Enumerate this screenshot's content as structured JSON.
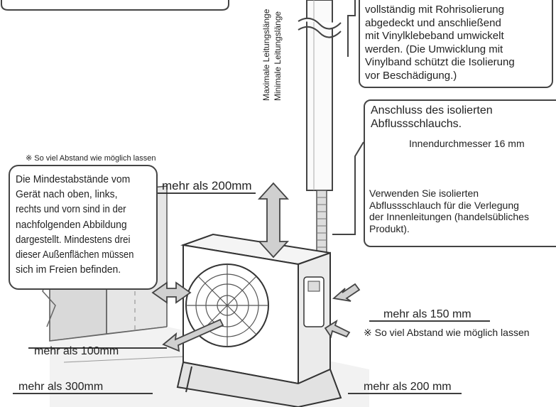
{
  "labels": {
    "min_length": "Minimale Leitungslänge",
    "max_length": "Maximale Leitungslänge",
    "keep_space_top": "※ So viel Abstand wie möglich lassen",
    "keep_space_right": "※ So viel Abstand wie möglich lassen",
    "mehr_200mm": "mehr als 200mm",
    "mehr_150mm": "mehr als 150 mm",
    "mehr_100mm": "mehr als 100mm",
    "mehr_300mm": "mehr als 300mm",
    "mehr_200_mm": "mehr als 200 mm"
  },
  "clearance_box": {
    "lines": [
      "Die Mindestabstände vom",
      "Gerät nach oben, links,",
      "rechts und vorn sind in der",
      "nachfolgenden Abbildung",
      "dargestellt. Mindestens drei",
      "dieser Außenflächen müssen",
      "sich im Freien befinden."
    ]
  },
  "insulation_note": {
    "lines": [
      "vollständig mit Rohrisolierung",
      "abgedeckt und anschließend",
      "mit Vinylklebeband umwickelt",
      "werden. (Die Umwicklung mit",
      "Vinylband schützt die Isolierung",
      "vor Beschädigung.)"
    ]
  },
  "drain_box": {
    "title_lines": [
      "Anschluss des isolierten",
      "Abflussschlauchs."
    ],
    "diameter": "Innendurchmesser 16 mm",
    "body_lines": [
      "Verwenden Sie isolierten",
      "Abflussschlauch für die Verlegung",
      "der Innenleitungen (handelsübliches",
      "Produkt)."
    ]
  }
}
